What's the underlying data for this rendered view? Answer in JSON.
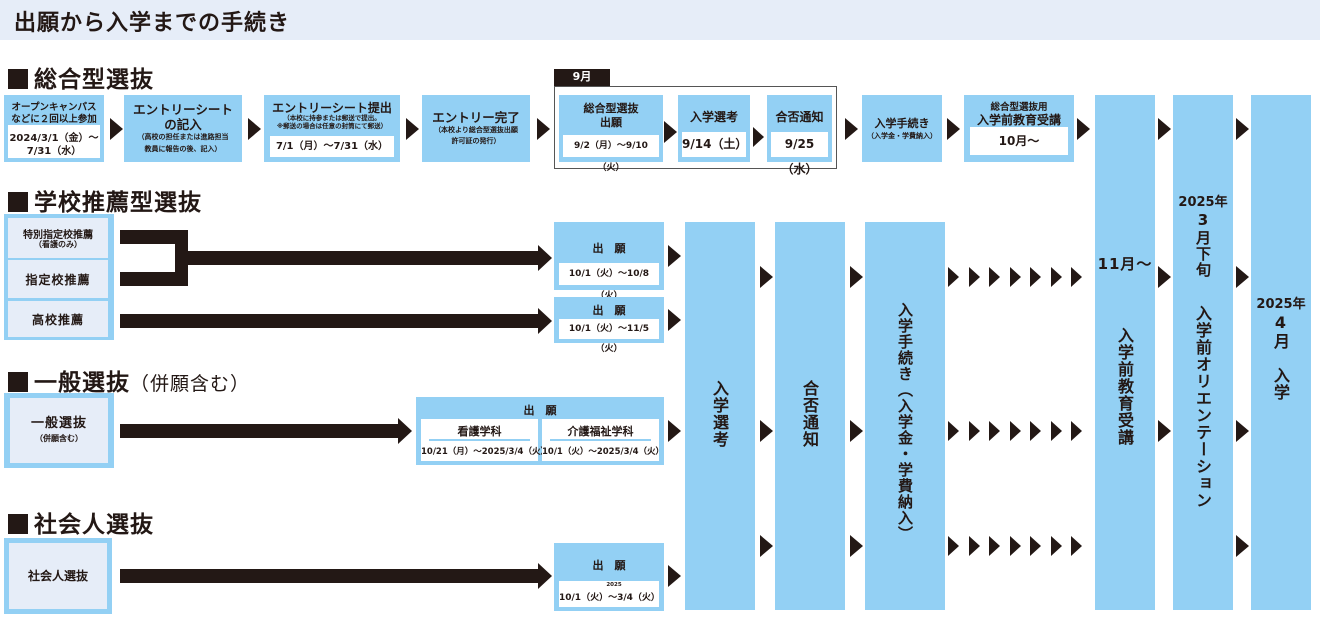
{
  "page_title": "出願から入学までの手続き",
  "colors": {
    "box_fill": "#93d0f4",
    "panel_fill": "#e6edf8",
    "arrow": "#231815"
  },
  "sections": {
    "sogo": {
      "title": "総合型選抜",
      "steps": [
        {
          "title_line1": "オープンキャンパス",
          "title_line2": "などに２回以上参加",
          "date_line1": "2024/3/1（金）～",
          "date_line2": "7/31（水）"
        },
        {
          "title_line1": "エントリーシート",
          "title_line2": "の記入",
          "note_line1": "（高校の担任または進路担当",
          "note_line2": "教員に報告の後、記入）"
        },
        {
          "title": "エントリーシート提出",
          "note_line1": "（本校に持参または郵送で提出。",
          "note_line2": "※郵送の場合は任意の封筒にて郵送）",
          "date": "7/1（月）～7/31（水）"
        },
        {
          "title": "エントリー完了",
          "note_line1": "（本校より総合型選抜出願",
          "note_line2": "許可証の発行）"
        }
      ],
      "september_tag": "9月",
      "september_steps": [
        {
          "title_line1": "総合型選抜",
          "title_line2": "出願",
          "date": "9/2（月）～9/10（火）"
        },
        {
          "title": "入学選考",
          "date": "9/14（土）"
        },
        {
          "title": "合否通知",
          "date": "9/25（水）"
        }
      ],
      "after_steps": [
        {
          "title": "入学手続き",
          "note": "（入学金・学費納入）"
        },
        {
          "title_line1": "総合型選抜用",
          "title_line2": "入学前教育受講",
          "date": "10月～"
        }
      ]
    },
    "school_rec": {
      "title": "学校推薦型選抜",
      "types": [
        {
          "label": "特別指定校推薦",
          "note": "（看護のみ）"
        },
        {
          "label": "指定校推薦"
        },
        {
          "label": "高校推薦"
        }
      ],
      "applications": [
        {
          "title": "出　願",
          "date": "10/1（火）～10/8（火）"
        },
        {
          "title": "出　願",
          "date": "10/1（火）～11/5（火）"
        }
      ]
    },
    "general": {
      "title": "一般選抜",
      "title_sub": "（併願含む）",
      "type_label": "一般選抜",
      "type_note": "（併願含む）",
      "application": {
        "title": "出　願",
        "departments": [
          {
            "name": "看護学科",
            "date": "10/21（月）～2025/3/4（火）"
          },
          {
            "name": "介護福祉学科",
            "date": "10/1（火）～2025/3/4（火）"
          }
        ]
      }
    },
    "working_adult": {
      "title": "社会人選抜",
      "type_label": "社会人選抜",
      "application": {
        "title": "出　願",
        "year_note": "2025",
        "date": "10/1（火）～3/4（火）"
      }
    }
  },
  "common_columns": {
    "exam": "入学選考",
    "result": "合否通知",
    "procedure": "入学手続き（入学金・学費納入）",
    "pre_education_month": "11月～",
    "pre_education": "入学前教育受講",
    "orientation_year": "2025年",
    "orientation_date": "3月下旬",
    "orientation": "入学前オリエンテーション",
    "admission_year": "2025年",
    "admission_month": "4月",
    "admission": "入学"
  }
}
